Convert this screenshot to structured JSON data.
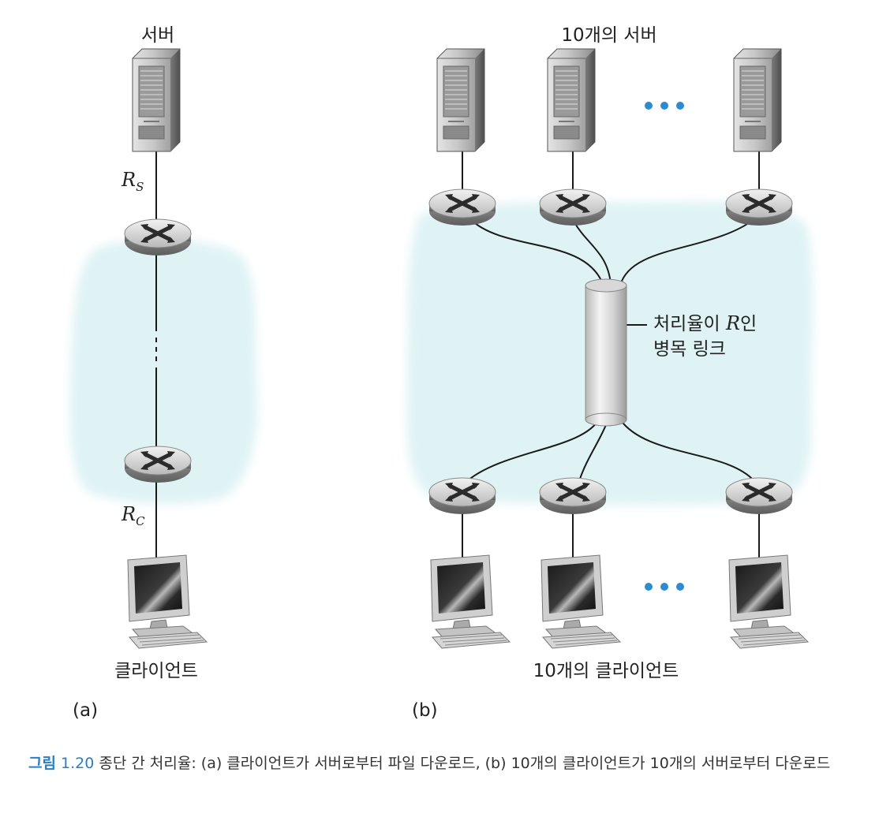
{
  "panel_a": {
    "server_label": "서버",
    "client_label": "클라이언트",
    "rate_server": {
      "symbol": "R",
      "subscript": "S"
    },
    "rate_client": {
      "symbol": "R",
      "subscript": "C"
    },
    "panel_label": "(a)"
  },
  "panel_b": {
    "servers_label": "10개의 서버",
    "clients_label": "10개의 클라이언트",
    "bottleneck_line1_prefix": "처리율이 ",
    "bottleneck_line1_symbol": "R",
    "bottleneck_line1_suffix": "인",
    "bottleneck_line2": "병목 링크",
    "panel_label": "(b)"
  },
  "caption": {
    "figure_label": "그림",
    "figure_number": "1.20",
    "text": "종단 간 처리율: (a) 클라이언트가 서버로부터 파일 다운로드, (b) 10개의 클라이언트가 10개의 서버로부터 다운로드"
  },
  "colors": {
    "network_cloud": "#dff3f5",
    "ellipsis_dots": "#2e8bcf",
    "caption_accent": "#2a7fc1"
  }
}
